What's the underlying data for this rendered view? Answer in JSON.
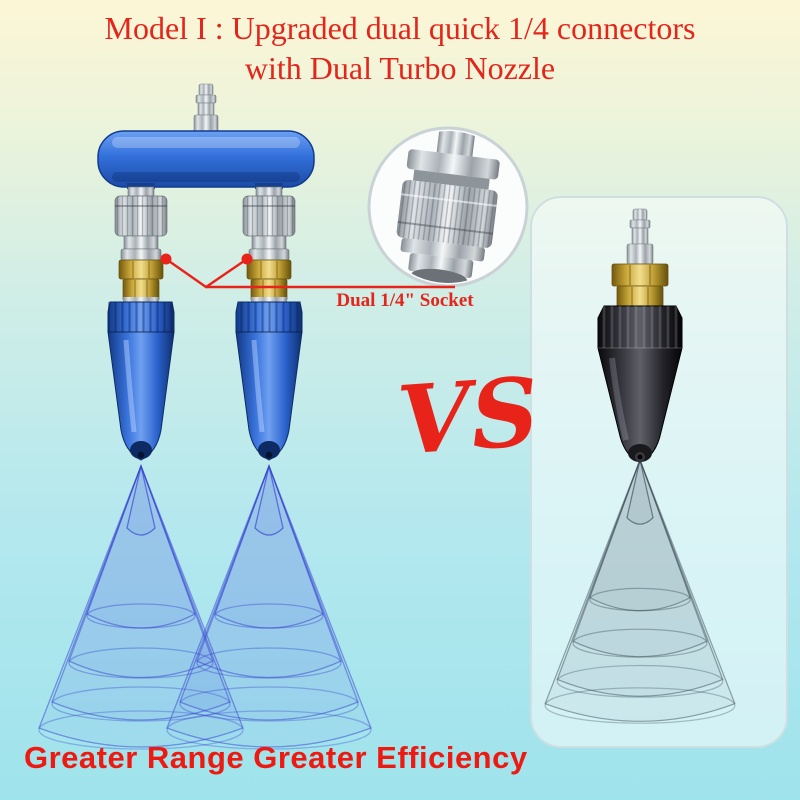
{
  "title": {
    "line1": "Model I : Upgraded dual quick 1/4 connectors",
    "line2": "with Dual Turbo Nozzle"
  },
  "callout": {
    "label": "Dual 1/4\" Socket"
  },
  "versus": {
    "label": "VS"
  },
  "footer": {
    "tagline": "Greater Range Greater Efficiency"
  },
  "colors": {
    "accent_red": "#e4251b",
    "manifold_blue": "#3270da",
    "nozzle_blue": "#3a74dc",
    "spray_blue": "#3742d2",
    "spray_gray": "#3d4d58",
    "brass_gold": "#c8a637",
    "chrome_silver": "#c6ccd1",
    "background_top": "#fcf6d6",
    "background_bottom": "#9fe3ec"
  }
}
